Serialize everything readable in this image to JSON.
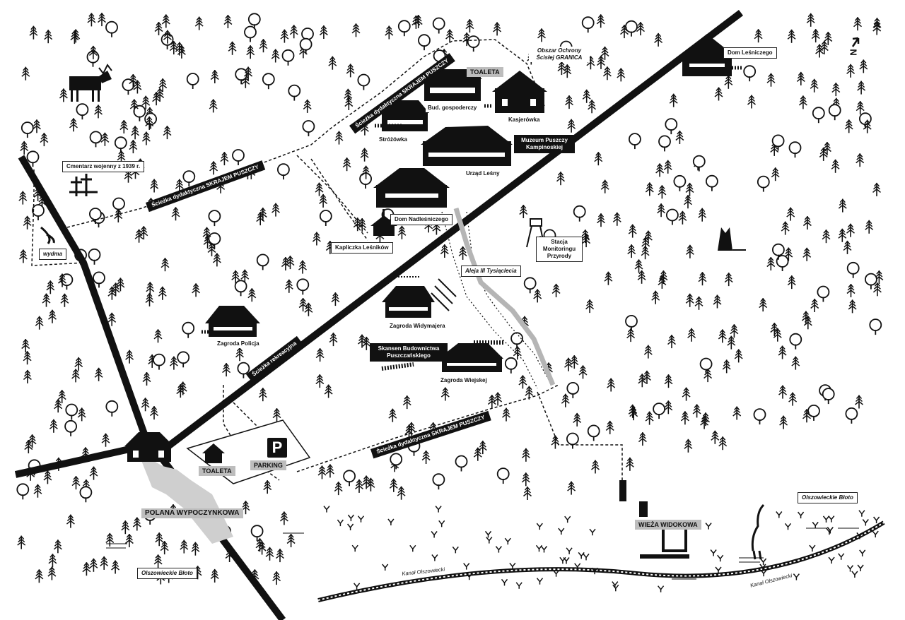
{
  "compass": {
    "label": "N"
  },
  "labels": {
    "toaleta_top": "TOALETA",
    "bud_gosp": "Bud. gospoderczy",
    "kasjerowka": "Kasjerówka",
    "strozowka": "Stróżówka",
    "muzeum": "Muzeum Puszczy Kampinoskiej",
    "urzad": "Urząd Leśny",
    "dom_nadlesniczego": "Dom Nadleśniczego",
    "kapliczka": "Kapliczka Leśników",
    "cmentarz": "Cmentarz wojenny z 1939 r.",
    "wydma": "wydma",
    "obszar": "Obszar Ochrony Ścisłej GRANICA",
    "dom_lesniczego": "Dom Leśniczego",
    "stacja": "Stacja Monitoringu Przyrody",
    "aleja": "Aleja III Tysiąclecia",
    "zagroda_widymajera": "Zagroda Widymajera",
    "skansen": "Skansen Budownictwa Puszczańskiego",
    "zagroda_wiejska": "Zagroda Wiejskej",
    "zagroda_policja": "Zagroda Policja",
    "toaleta_bottom": "TOALETA",
    "parking": "PARKING",
    "parking_symbol": "P",
    "polana": "POLANA WYPOCZYNKOWA",
    "olszowieckie_left": "Olszowieckie Błoto",
    "olszowieckie_right": "Olszowieckie Błoto",
    "wieza": "WIEŻA WIDOKOWA",
    "kanal_left": "Kanał Olszowiecki",
    "kanal_right": "Kanał Olszowiecki"
  },
  "trails": {
    "skraj_top": "Ścieżka dydaktyczna SKRAJEM PUSZCZY",
    "skraj_mid": "Ścieżka dydaktyczna SKRAJEM PUSZCZY",
    "skraj_bottom": "Ścieżka dydaktyczna SKRAJEM PUSZCZY",
    "rekreacyjna": "Ścieżka rekreacyjna"
  },
  "colors": {
    "ink": "#111111",
    "grey_label": "#bdbdbd",
    "alley": "#b5b5b5",
    "paper": "#ffffff"
  }
}
